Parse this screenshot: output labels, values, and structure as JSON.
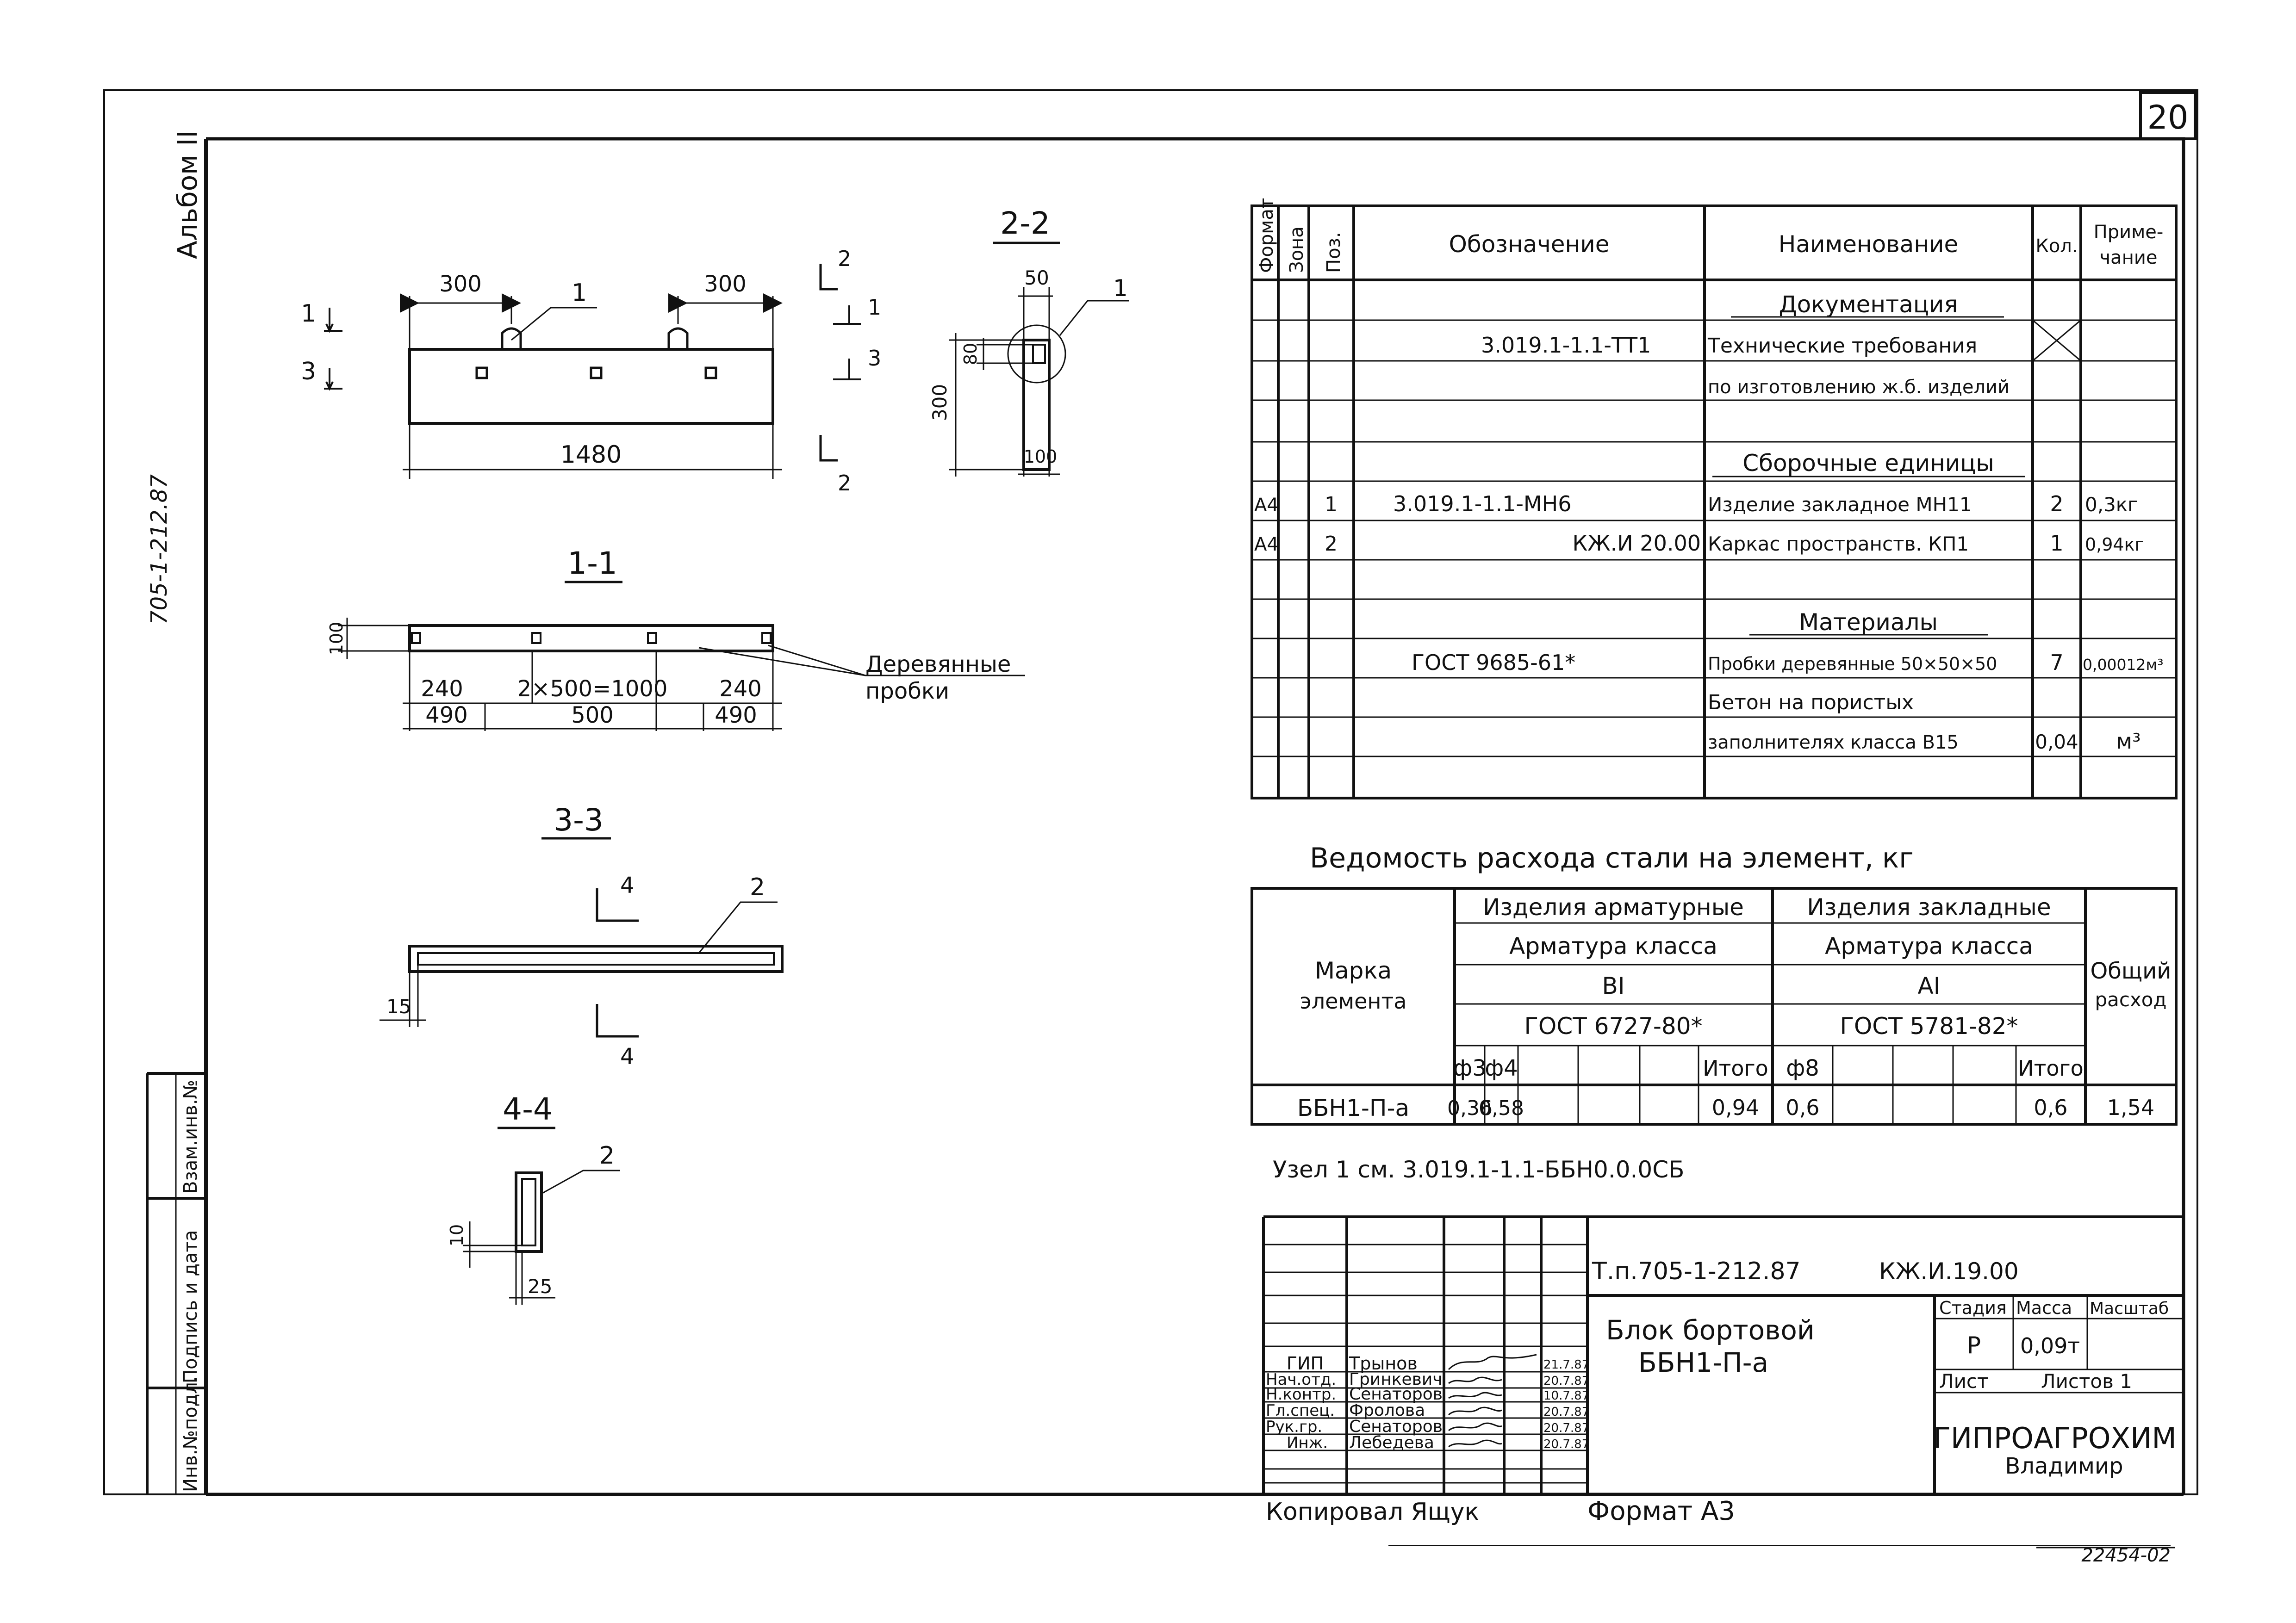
{
  "sheet": {
    "number": "20",
    "album": "Альбом II",
    "side_code": "705-1-212.87",
    "copied_by": "Копировал Ящук",
    "format": "Формат А3",
    "archive_no": "22454-02"
  },
  "left_strip": {
    "inv_replace": "Взам.инв.№",
    "sign_date": "Подпись и дата",
    "inv_orig": "Инв.№подл."
  },
  "drawing": {
    "section_22": "2-2",
    "section_11": "1-1",
    "section_33": "3-3",
    "section_44": "4-4",
    "marks": {
      "one": "1",
      "two": "2",
      "three": "3",
      "four": "4"
    },
    "elev": {
      "d300a": "300",
      "d300b": "300",
      "d1480": "1480",
      "d1": "1"
    },
    "sec22": {
      "d50": "50",
      "d80": "80",
      "d300": "300",
      "d100": "100"
    },
    "sec11": {
      "d100": "100",
      "d240a": "240",
      "d2x500": "2×500=1000",
      "d240b": "240",
      "d490a": "490",
      "d500": "500",
      "d490b": "490",
      "plugs_1": "Деревянные",
      "plugs_2": "пробки"
    },
    "sec33": {
      "d15": "15"
    },
    "sec44": {
      "d10": "10",
      "d25": "25"
    }
  },
  "spec": {
    "headers": {
      "format": "Формат",
      "zone": "Зона",
      "pos": "Поз.",
      "designation": "Обозначение",
      "name": "Наименование",
      "qty": "Кол.",
      "note_1": "Приме-",
      "note_2": "чание"
    },
    "rows": [
      {
        "name": "Документация",
        "heading": true
      },
      {
        "designation": "3.019.1-1.1-ТТ1",
        "name": "Технические требования"
      },
      {
        "name": "по изготовлению ж.б. изделий"
      },
      {
        "name": "Сборочные единицы",
        "heading": true
      },
      {
        "format": "А4",
        "pos": "1",
        "designation": "3.019.1-1.1-МН6",
        "name": "Изделие закладное МН11",
        "qty": "2",
        "note": "0,3кг"
      },
      {
        "format": "А4",
        "pos": "2",
        "designation": "КЖ.И 20.00",
        "name": "Каркас пространств. КП1",
        "qty": "1",
        "note": "0,94кг"
      },
      {
        "name": "Материалы",
        "heading": true
      },
      {
        "designation": "ГОСТ 9685-61*",
        "name": "Пробки деревянные 50×50×50",
        "qty": "7",
        "note": "0,00012м³"
      },
      {
        "name": "Бетон на пористых"
      },
      {
        "name": "заполнителях класса В15",
        "qty": "0,04",
        "note": "м³"
      }
    ]
  },
  "steel": {
    "title": "Ведомость расхода стали на элемент, кг",
    "mark_1": "Марка",
    "mark_2": "элемента",
    "reinf_products": "Изделия арматурные",
    "embed_products": "Изделия закладные",
    "reinf_class": "Арматура класса",
    "embed_class": "Арматура класса",
    "class_bi": "ВI",
    "class_ai": "АI",
    "gost_a": "ГОСТ 6727-80*",
    "gost_b": "ГОСТ 5781-82*",
    "total_1": "Общий",
    "total_2": "расход",
    "col_d3": "ф3",
    "col_d4": "ф4",
    "col_itogo_a": "Итого",
    "col_d8": "ф8",
    "col_itogo_b": "Итого",
    "row": {
      "mark": "ББН1-П-а",
      "d3": "0,36",
      "d4": "0,58",
      "itogo_a": "0,94",
      "d8": "0,6",
      "itogo_b": "0,6",
      "total": "1,54"
    },
    "node_note": "Узел 1   см. 3.019.1-1.1-ББН0.0.0СБ"
  },
  "title_block": {
    "code": "Т.п.705-1-212.87",
    "code2": "КЖ.И.19.00",
    "name_1": "Блок бортовой",
    "name_2": "ББН1-П-а",
    "stage_h": "Стадия",
    "mass_h": "Масса",
    "scale_h": "Масштаб",
    "stage": "Р",
    "mass": "0,09т",
    "sheet_h": "Лист",
    "sheets_h": "Листов 1",
    "org_1": "ГИПРОАГРОХИМ",
    "org_2": "Владимир",
    "people": [
      {
        "role": "ГИП",
        "name": "Трынов",
        "date": "21.7.87"
      },
      {
        "role": "Нач.отд.",
        "name": "Гринкевич",
        "date": "20.7.87"
      },
      {
        "role": "Н.контр.",
        "name": "Сенаторов",
        "date": "10.7.87"
      },
      {
        "role": "Гл.спец.",
        "name": "Фролова",
        "date": "20.7.87"
      },
      {
        "role": "Рук.гр.",
        "name": "Сенаторов",
        "date": "20.7.87"
      },
      {
        "role": "Инж.",
        "name": "Лебедева",
        "date": "20.7.87"
      }
    ]
  }
}
